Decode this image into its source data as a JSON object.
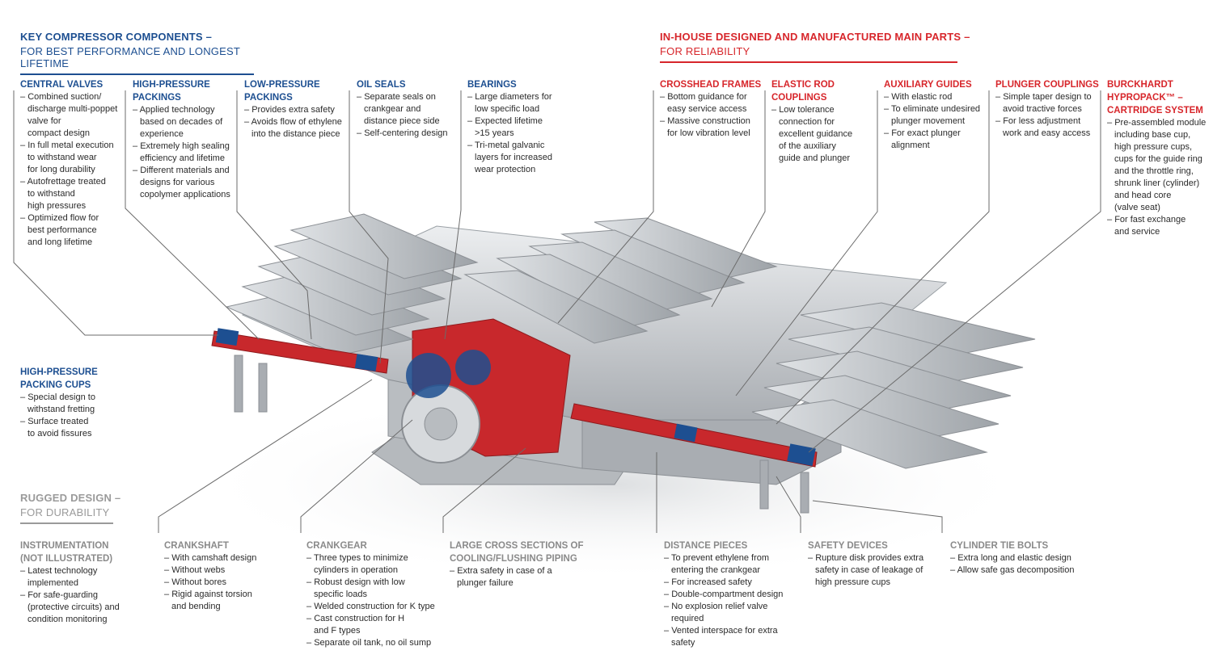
{
  "headers": {
    "key_components": {
      "title": "KEY COMPRESSOR COMPONENTS –",
      "subtitle": "FOR BEST PERFORMANCE AND LONGEST LIFETIME"
    },
    "inhouse": {
      "title": "IN-HOUSE DESIGNED AND MANUFACTURED MAIN PARTS –",
      "subtitle": "FOR RELIABILITY"
    },
    "rugged": {
      "title": "RUGGED DESIGN –",
      "subtitle": "FOR DURABILITY"
    }
  },
  "blocks": [
    {
      "id": "central-valves",
      "title": "CENTRAL VALVES",
      "items": [
        "Combined suction/\ndischarge multi-poppet valve for\ncompact design",
        "In full metal execution\nto withstand wear\nfor long durability",
        "Autofrettage treated\nto withstand\nhigh pressures",
        "Optimized flow for\nbest performance\nand long lifetime"
      ]
    },
    {
      "id": "hp-packings",
      "title": "HIGH-PRESSURE\nPACKINGS",
      "items": [
        "Applied technology\nbased on decades of\nexperience",
        "Extremely high sealing\nefficiency and lifetime",
        "Different materials and\ndesigns for various\ncopolymer applications"
      ]
    },
    {
      "id": "lp-packings",
      "title": "LOW-PRESSURE\nPACKINGS",
      "items": [
        "Provides extra safety",
        "Avoids flow of ethylene\ninto the distance piece"
      ]
    },
    {
      "id": "oil-seals",
      "title": "OIL SEALS",
      "items": [
        "Separate seals on\ncrankgear and\ndistance piece side",
        "Self-centering design"
      ]
    },
    {
      "id": "bearings",
      "title": "BEARINGS",
      "items": [
        "Large diameters for\nlow specific load",
        "Expected lifetime\n>15 years",
        "Tri-metal galvanic\nlayers for increased\nwear protection"
      ]
    },
    {
      "id": "crosshead-frames",
      "title": "CROSSHEAD FRAMES",
      "items": [
        "Bottom guidance for\neasy service access",
        "Massive construction\nfor low vibration level"
      ]
    },
    {
      "id": "elastic-rod",
      "title": "ELASTIC ROD\nCOUPLINGS",
      "items": [
        "Low tolerance\nconnection for\nexcellent guidance\nof the auxiliary\nguide and plunger"
      ]
    },
    {
      "id": "aux-guides",
      "title": "AUXILIARY GUIDES",
      "items": [
        "With elastic rod",
        "To eliminate undesired\nplunger movement",
        "For exact plunger\nalignment"
      ]
    },
    {
      "id": "plunger-couplings",
      "title": "PLUNGER COUPLINGS",
      "items": [
        "Simple taper design to\navoid tractive forces",
        "For less adjustment\nwork and easy access"
      ]
    },
    {
      "id": "hypropack",
      "title": "BURCKHARDT\nHYPROPACK™ –\nCARTRIDGE SYSTEM",
      "items": [
        "Pre-assembled module\nincluding base cup,\nhigh pressure cups,\ncups for the guide ring\nand the throttle ring,\nshrunk liner (cylinder)\nand head core\n(valve seat)",
        "For fast exchange\nand service"
      ]
    },
    {
      "id": "hp-cups",
      "title": "HIGH-PRESSURE\nPACKING CUPS",
      "items": [
        "Special design to\nwithstand fretting",
        "Surface treated\nto avoid fissures"
      ]
    },
    {
      "id": "instrumentation",
      "title": "INSTRUMENTATION\n(NOT ILLUSTRATED)",
      "items": [
        "Latest technology\nimplemented",
        "For safe-guarding\n(protective circuits) and\ncondition monitoring"
      ]
    },
    {
      "id": "crankshaft",
      "title": "CRANKSHAFT",
      "items": [
        "With camshaft design",
        "Without webs",
        "Without bores",
        "Rigid against torsion\nand bending"
      ]
    },
    {
      "id": "crankgear",
      "title": "CRANKGEAR",
      "items": [
        "Three types to minimize\ncylinders in operation",
        "Robust design with low\nspecific loads",
        "Welded construction for K type",
        "Cast construction for H\nand F types",
        "Separate oil tank, no oil sump"
      ]
    },
    {
      "id": "cross-sections",
      "title": "LARGE CROSS SECTIONS OF\nCOOLING/FLUSHING PIPING",
      "items": [
        "Extra safety in case of a\nplunger failure"
      ]
    },
    {
      "id": "distance-pieces",
      "title": "DISTANCE PIECES",
      "items": [
        "To prevent ethylene from\nentering the crankgear",
        "For increased safety",
        "Double-compartment design",
        "No explosion relief valve\nrequired",
        "Vented interspace for extra\nsafety"
      ]
    },
    {
      "id": "safety-devices",
      "title": "SAFETY DEVICES",
      "items": [
        "Rupture disk provides extra\nsafety in case of leakage of\nhigh pressure cups"
      ]
    },
    {
      "id": "tie-bolts",
      "title": "CYLINDER TIE BOLTS",
      "items": [
        "Extra long and elastic design",
        "Allow safe gas decomposition"
      ]
    }
  ],
  "colors": {
    "blue": "#1d4f91",
    "red": "#d7262b",
    "gray": "#9a9a9a",
    "machine": "#c9ccd0",
    "accent_red": "#c8282c"
  }
}
